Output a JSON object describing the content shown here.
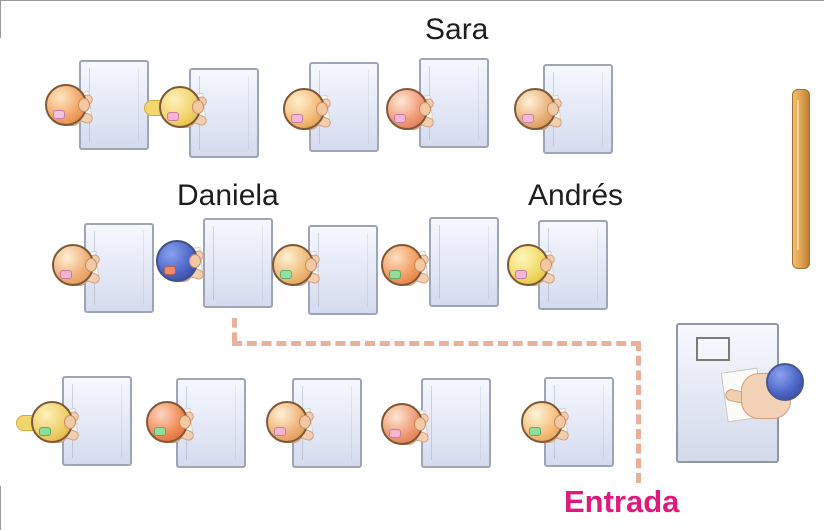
{
  "labels": {
    "top_name": "Sara",
    "middle_left_name": "Daniela",
    "middle_right_name": "Andrés",
    "entrance": "Entrada"
  },
  "colors": {
    "entrance_text": "#e0197d",
    "dashed_path": "#e9b19c",
    "board": "#dca04f"
  }
}
